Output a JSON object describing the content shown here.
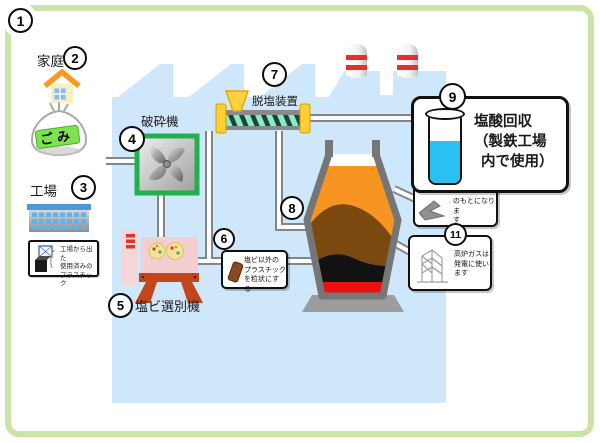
{
  "frame_badge": "1",
  "household": {
    "label": "家庭",
    "badge": "2",
    "garbage_label": "ごみ"
  },
  "factory_source": {
    "label": "工場",
    "badge": "3",
    "note_lines": [
      "工場から出た",
      "使用済みの",
      "プラスチック"
    ]
  },
  "crusher": {
    "label": "破砕機",
    "badge": "4"
  },
  "sorter": {
    "label": "塩ビ選別機",
    "badge": "5"
  },
  "granulate_note": {
    "badge": "6",
    "lines": [
      "塩ビ以外の",
      "プラスチック",
      "を粒状にする"
    ]
  },
  "dechlorinator": {
    "label": "脱塩装置",
    "badge": "7"
  },
  "furnace": {
    "badge": "8"
  },
  "acid_recovery": {
    "badge": "9",
    "lines": [
      "塩酸回収",
      "（製鉄工場",
      "内で使用）"
    ]
  },
  "hidden_note": {
    "lines": [
      "のもとになりま",
      "す"
    ]
  },
  "gas_note": {
    "badge": "11",
    "lines": [
      "高炉ガスは",
      "発電に使い",
      "ます"
    ]
  },
  "colors": {
    "frame_green": "#cbe3a6",
    "factory_blue": "#cfe7fb",
    "crusher_green": "#21b14c",
    "dechlor_mint": "#86ecc4",
    "machine_pink": "#f5cfcf",
    "stand_red": "#c2451c",
    "furnace_orange": "#f79422",
    "furnace_brown": "#7b480f",
    "furnace_red": "#ec1111",
    "acid_blue": "#2ac1f2",
    "chimney_stripe_red": "#e53030"
  }
}
